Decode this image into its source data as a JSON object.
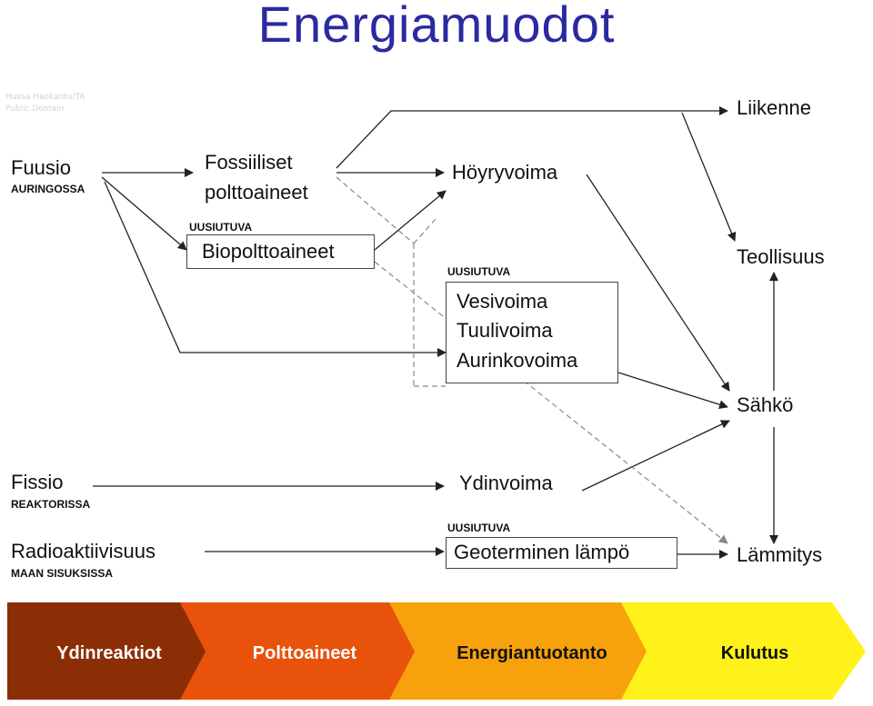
{
  "title": "Energiamuodot",
  "watermark": [
    "Hussa Haokantu/TA",
    "Public Domain"
  ],
  "sources": {
    "fuusio": {
      "label": "Fuusio",
      "sub": "AURINGOSSA"
    },
    "fissio": {
      "label": "Fissio",
      "sub": "REAKTORISSA"
    },
    "radio": {
      "label": "Radioaktiivisuus",
      "sub": "MAAN SISUKSISSA"
    }
  },
  "fuels": {
    "fossil": [
      "Fossiiliset",
      "polttoaineet"
    ],
    "bio_tag": "UUSIUTUVA",
    "bio": "Biopolttoaineet"
  },
  "production": {
    "hoyry": "Höyryvoima",
    "renew_tag": "UUSIUTUVA",
    "renew": [
      "Vesivoima",
      "Tuulivoima",
      "Aurinkovoima"
    ],
    "ydin": "Ydinvoima",
    "geo_tag": "UUSIUTUVA",
    "geo": "Geoterminen lämpö"
  },
  "consumption": {
    "liikenne": "Liikenne",
    "teollisuus": "Teollisuus",
    "sahko": "Sähkö",
    "lammitys": "Lämmitys"
  },
  "stages": [
    {
      "label": "Ydinreaktiot",
      "color": "#8b2e06",
      "text_color": "#ffffff"
    },
    {
      "label": "Polttoaineet",
      "color": "#e8520a",
      "text_color": "#ffffff"
    },
    {
      "label": "Energiantuotanto",
      "color": "#f7a10c",
      "text_color": "#111111"
    },
    {
      "label": "Kulutus",
      "color": "#fff21a",
      "text_color": "#111111"
    }
  ]
}
